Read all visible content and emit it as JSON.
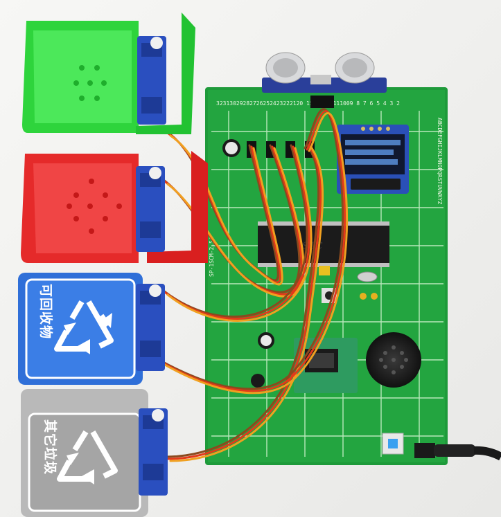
{
  "bins": [
    {
      "type": "recyclable",
      "label": "可回收物",
      "color": "#2f6fd8"
    },
    {
      "type": "other",
      "label": "其它垃圾",
      "color": "#b9b9b9"
    }
  ],
  "board": {
    "header_numbers": "32313029282726252423222120 15141312111009 8 7 6 5 4 3 2",
    "side_letters": "ABCDEFGHIJKLMNOPQRSTUVWXYZ",
    "silk_text": "SP-1SCM-2.54",
    "chip_mark": "STC",
    "color": "#1e9a3a"
  },
  "colors": {
    "green_bin": "#2ed43c",
    "red_bin": "#e52a2a",
    "servo": "#2a4fbf",
    "wire_brown": "#8a4a1e",
    "wire_red": "#e23a1a",
    "wire_orange": "#f0a020"
  }
}
